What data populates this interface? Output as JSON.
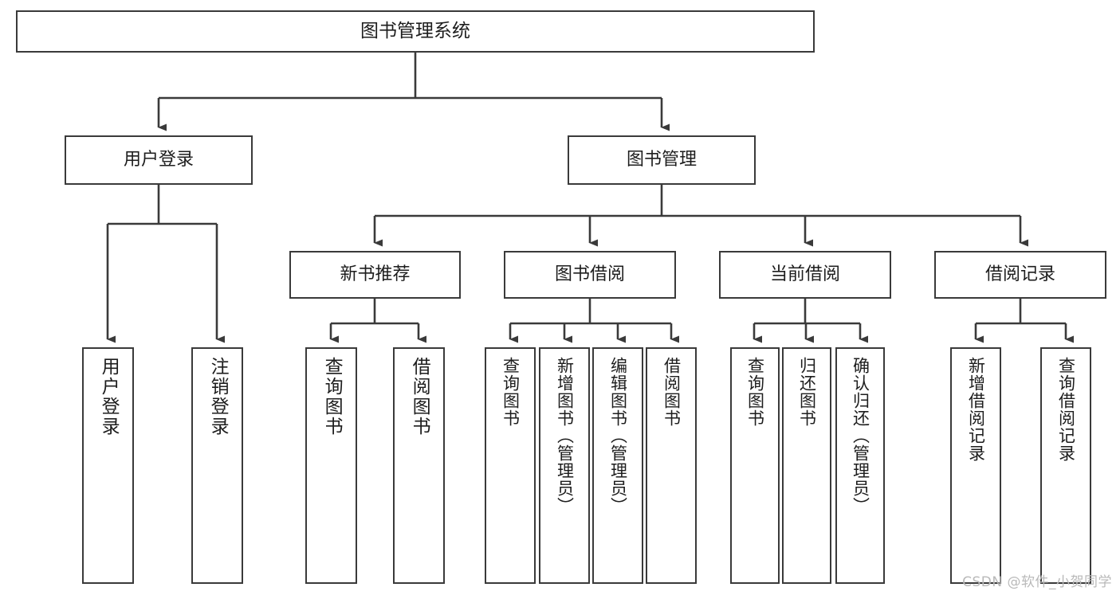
{
  "diagram": {
    "type": "tree-hierarchy",
    "title": "图书管理系统",
    "orientation": "top-down",
    "colors": {
      "box_border": "#3a3a3a",
      "box_fill": "#ffffff",
      "connector": "#3a3a3a",
      "text": "#1d1d1d",
      "watermark": "#b9b9b9",
      "background": "#ffffff"
    }
  },
  "nodes": {
    "root": {
      "label": "图书管理系统"
    },
    "level2": [
      {
        "label": "用户登录"
      },
      {
        "label": "图书管理"
      }
    ],
    "level3": [
      {
        "label": "新书推荐"
      },
      {
        "label": "图书借阅"
      },
      {
        "label": "当前借阅"
      },
      {
        "label": "借阅记录"
      }
    ],
    "leaves": {
      "user_login": [
        {
          "label": "用户登录"
        },
        {
          "label": "注销登录"
        }
      ],
      "new_book_recommend": [
        {
          "label": "查询图书"
        },
        {
          "label": "借阅图书"
        }
      ],
      "book_borrow": [
        {
          "label": "查询图书"
        },
        {
          "label": "新增图书（管理员）"
        },
        {
          "label": "编辑图书（管理员）"
        },
        {
          "label": "借阅图书"
        }
      ],
      "current_borrow": [
        {
          "label": "查询图书"
        },
        {
          "label": "归还图书"
        },
        {
          "label": "确认归还（管理员）"
        }
      ],
      "borrow_record": [
        {
          "label": "新增借阅记录"
        },
        {
          "label": "查询借阅记录"
        }
      ]
    }
  },
  "watermark": {
    "text": "CSDN @软件_小贺同学"
  }
}
